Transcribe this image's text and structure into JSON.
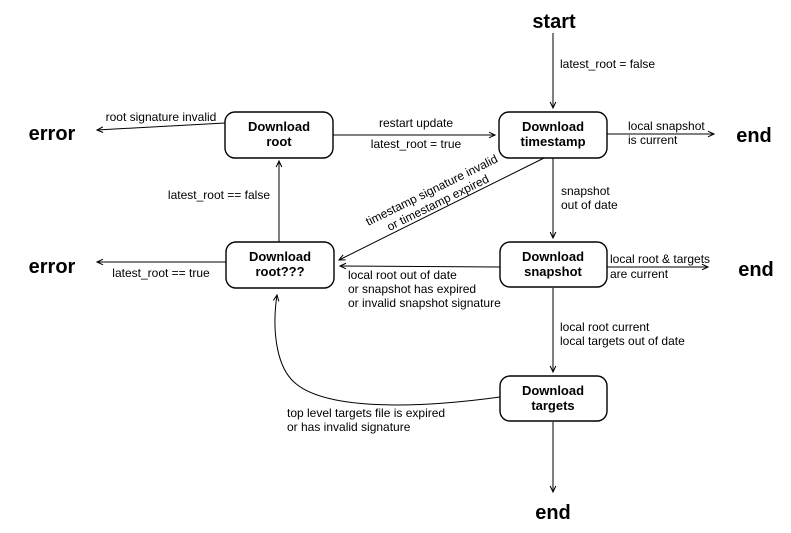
{
  "diagram": {
    "colors": {
      "ink": "#000000",
      "background": "#ffffff"
    },
    "terminals": {
      "start": "start",
      "end_top": "end",
      "end_mid": "end",
      "end_bottom": "end",
      "error_top": "error",
      "error_mid": "error"
    },
    "nodes": {
      "root": {
        "line1": "Download",
        "line2": "root"
      },
      "timestamp": {
        "line1": "Download",
        "line2": "timestamp"
      },
      "root_retry": {
        "line1": "Download",
        "line2": "root???"
      },
      "snapshot": {
        "line1": "Download",
        "line2": "snapshot"
      },
      "targets": {
        "line1": "Download",
        "line2": "targets"
      }
    },
    "edges": {
      "start_to_timestamp": {
        "label": "latest_root = false"
      },
      "timestamp_to_end": {
        "line1": "local snapshot",
        "line2": "is current"
      },
      "root_to_timestamp": {
        "line1": "restart update",
        "line2": "latest_root = true"
      },
      "root_to_error": {
        "label": "root signature invalid"
      },
      "rootretry_to_root": {
        "label": "latest_root == false"
      },
      "timestamp_to_rootretry": {
        "line1": "timestamp signature invalid",
        "line2": "or timestamp expired"
      },
      "timestamp_to_snapshot": {
        "line1": "snapshot",
        "line2": "out of date"
      },
      "snapshot_to_end": {
        "line1": "local root & targets",
        "line2": "are current"
      },
      "snapshot_to_rootretry": {
        "line1": "local root out of date",
        "line2": "or snapshot has expired",
        "line3": "or invalid snapshot signature"
      },
      "rootretry_to_error": {
        "label": "latest_root == true"
      },
      "snapshot_to_targets": {
        "line1": "local root current",
        "line2": "local targets out of date"
      },
      "targets_to_rootretry": {
        "line1": "top level targets file is expired",
        "line2": "or has invalid signature"
      }
    }
  }
}
